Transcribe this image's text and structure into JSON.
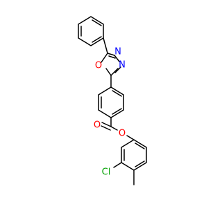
{
  "molecule": {
    "atom_labels": {
      "ring_oxygen": "O",
      "ring_nitrogen_1": "N",
      "ring_nitrogen_2": "N",
      "ester_carbonyl_oxygen": "O",
      "ester_linking_oxygen": "O",
      "chlorine": "Cl"
    },
    "colors": {
      "bond": "#000000",
      "oxygen": "#ff0000",
      "nitrogen": "#0000ff",
      "chlorine": "#00a000"
    }
  }
}
